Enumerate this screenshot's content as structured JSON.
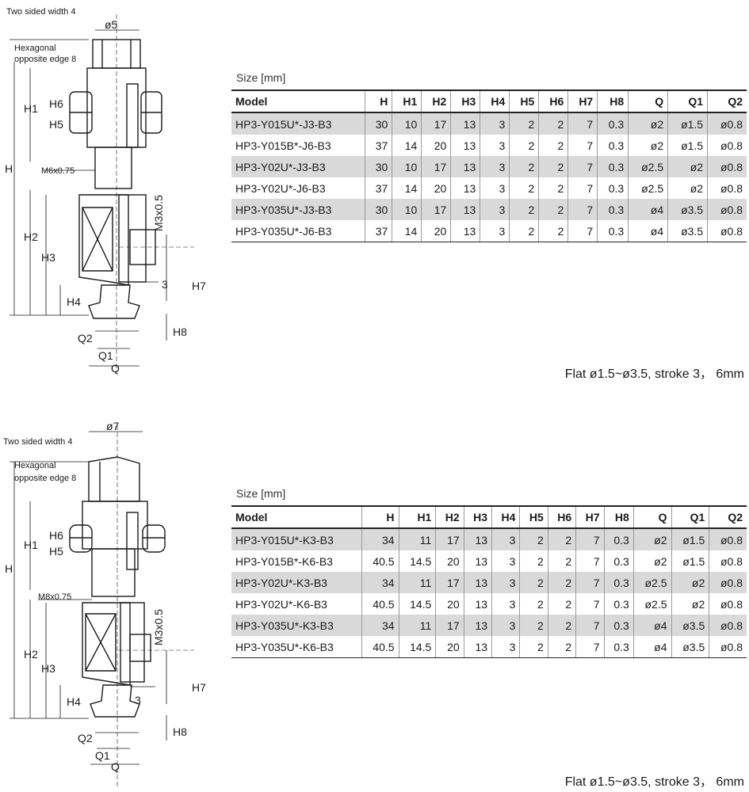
{
  "sections": [
    {
      "drawing": {
        "diameter_top": "ø5",
        "two_sided_width": "Two sided width 4",
        "hex_line1": "Hexagonal",
        "hex_line2": "opposite edge 8",
        "thread": "M6x0.75",
        "port": "M3x0.5",
        "dim_H": "H",
        "dim_H1": "H1",
        "dim_H2": "H2",
        "dim_H3": "H3",
        "dim_H4": "H4",
        "dim_H5": "H5",
        "dim_H6": "H6",
        "dim_H7": "H7",
        "dim_H8": "H8",
        "dim_3": "3",
        "dim_Q": "Q",
        "dim_Q1": "Q1",
        "dim_Q2": "Q2"
      },
      "size_label": "Size [mm]",
      "headers": [
        "Model",
        "H",
        "H1",
        "H2",
        "H3",
        "H4",
        "H5",
        "H6",
        "H7",
        "H8",
        "Q",
        "Q1",
        "Q2"
      ],
      "rows": [
        [
          "HP3-Y015U*-J3-B3",
          "30",
          "10",
          "17",
          "13",
          "3",
          "2",
          "2",
          "7",
          "0.3",
          "ø2",
          "ø1.5",
          "ø0.8"
        ],
        [
          "HP3-Y015B*-J6-B3",
          "37",
          "14",
          "20",
          "13",
          "3",
          "2",
          "2",
          "7",
          "0.3",
          "ø2",
          "ø1.5",
          "ø0.8"
        ],
        [
          "HP3-Y02U*-J3-B3",
          "30",
          "10",
          "17",
          "13",
          "3",
          "2",
          "2",
          "7",
          "0.3",
          "ø2.5",
          "ø2",
          "ø0.8"
        ],
        [
          "HP3-Y02U*-J6-B3",
          "37",
          "14",
          "20",
          "13",
          "3",
          "2",
          "2",
          "7",
          "0.3",
          "ø2.5",
          "ø2",
          "ø0.8"
        ],
        [
          "HP3-Y035U*-J3-B3",
          "30",
          "10",
          "17",
          "13",
          "3",
          "2",
          "2",
          "7",
          "0.3",
          "ø4",
          "ø3.5",
          "ø0.8"
        ],
        [
          "HP3-Y035U*-J6-B3",
          "37",
          "14",
          "20",
          "13",
          "3",
          "2",
          "2",
          "7",
          "0.3",
          "ø4",
          "ø3.5",
          "ø0.8"
        ]
      ],
      "caption": "Flat ø1.5~ø3.5, stroke 3， 6mm"
    },
    {
      "drawing": {
        "diameter_top": "ø7",
        "two_sided_width": "Two sided width 4",
        "hex_line1": "Hexagonal",
        "hex_line2": "opposite edge 8",
        "thread": "M8x0.75",
        "port": "M3x0.5",
        "dim_H": "H",
        "dim_H1": "H1",
        "dim_H2": "H2",
        "dim_H3": "H3",
        "dim_H4": "H4",
        "dim_H5": "H5",
        "dim_H6": "H6",
        "dim_H7": "H7",
        "dim_H8": "H8",
        "dim_3": "3",
        "dim_Q": "Q",
        "dim_Q1": "Q1",
        "dim_Q2": "Q2"
      },
      "size_label": "Size [mm]",
      "headers": [
        "Model",
        "H",
        "H1",
        "H2",
        "H3",
        "H4",
        "H5",
        "H6",
        "H7",
        "H8",
        "Q",
        "Q1",
        "Q2"
      ],
      "rows": [
        [
          "HP3-Y015U*-K3-B3",
          "34",
          "11",
          "17",
          "13",
          "3",
          "2",
          "2",
          "7",
          "0.3",
          "ø2",
          "ø1.5",
          "ø0.8"
        ],
        [
          "HP3-Y015B*-K6-B3",
          "40.5",
          "14.5",
          "20",
          "13",
          "3",
          "2",
          "2",
          "7",
          "0.3",
          "ø2",
          "ø1.5",
          "ø0.8"
        ],
        [
          "HP3-Y02U*-K3-B3",
          "34",
          "11",
          "17",
          "13",
          "3",
          "2",
          "2",
          "7",
          "0.3",
          "ø2.5",
          "ø2",
          "ø0.8"
        ],
        [
          "HP3-Y02U*-K6-B3",
          "40.5",
          "14.5",
          "20",
          "13",
          "3",
          "2",
          "2",
          "7",
          "0.3",
          "ø2.5",
          "ø2",
          "ø0.8"
        ],
        [
          "HP3-Y035U*-K3-B3",
          "34",
          "11",
          "17",
          "13",
          "3",
          "2",
          "2",
          "7",
          "0.3",
          "ø4",
          "ø3.5",
          "ø0.8"
        ],
        [
          "HP3-Y035U*-K6-B3",
          "40.5",
          "14.5",
          "20",
          "13",
          "3",
          "2",
          "2",
          "7",
          "0.3",
          "ø4",
          "ø3.5",
          "ø0.8"
        ]
      ],
      "caption": "Flat ø1.5~ø3.5, stroke 3， 6mm"
    }
  ]
}
